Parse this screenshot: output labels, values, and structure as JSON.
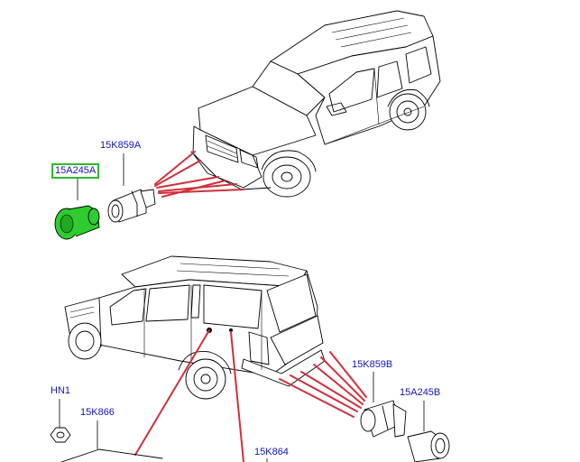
{
  "colors": {
    "label_text": "#1414b4",
    "selected_outline": "#2eb82e",
    "selected_part_fill": "#2ecc2e",
    "wire_lines": "#d0303a",
    "line_art": "#000000",
    "background": "#ffffff"
  },
  "labels": {
    "sensor_front": "15K859A",
    "bezel_front": "15A245A",
    "nut": "HN1",
    "harness_front": "15K866",
    "harness_rear": "15K864",
    "sensor_rear": "15K859B",
    "bezel_rear": "15A245B"
  },
  "selected_part": "15A245A"
}
